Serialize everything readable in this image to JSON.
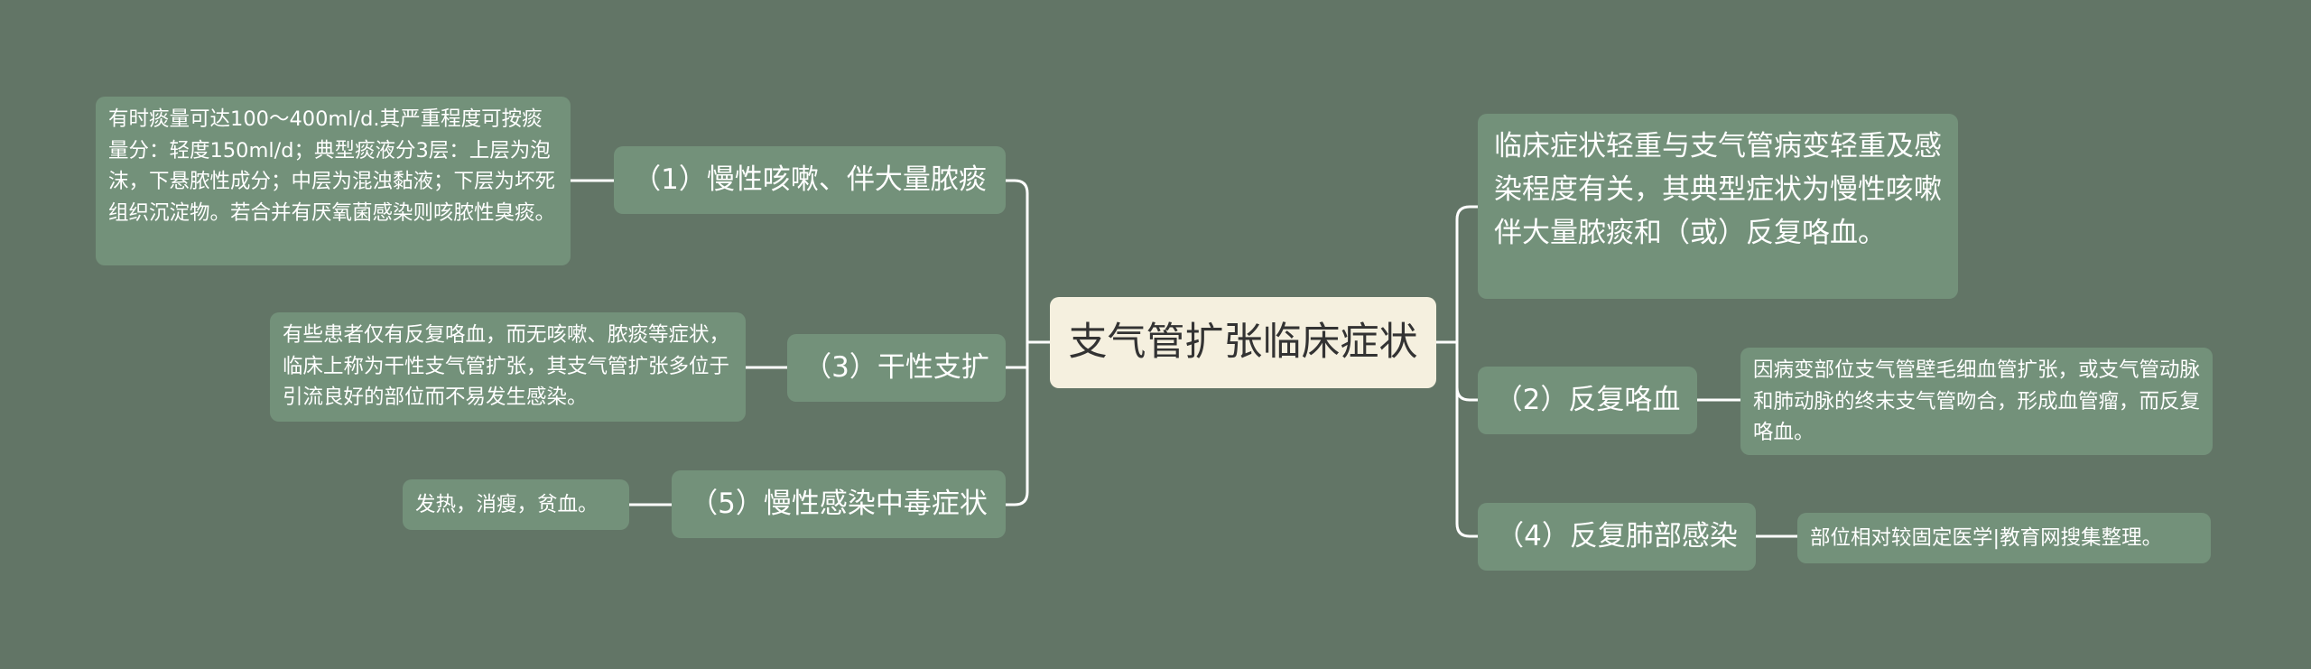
{
  "diagram": {
    "center": "支气管扩张临床症状",
    "left_branches": [
      {
        "label": "（1）慢性咳嗽、伴大量脓痰",
        "detail": "有时痰量可达100～400ml/d.其严重程度可按痰量分：轻度150ml/d；典型痰液分3层：上层为泡沫，下悬脓性成分；中层为混浊黏液；下层为坏死组织沉淀物。若合并有厌氧菌感染则咳脓性臭痰。"
      },
      {
        "label": "（3）干性支扩",
        "detail": "有些患者仅有反复咯血，而无咳嗽、脓痰等症状，临床上称为干性支气管扩张，其支气管扩张多位于引流良好的部位而不易发生感染。"
      },
      {
        "label": "（5）慢性感染中毒症状",
        "detail": "发热，消瘦，贫血。"
      }
    ],
    "right_branches": [
      {
        "label": "临床症状轻重与支气管病变轻重及感染程度有关，其典型症状为慢性咳嗽伴大量脓痰和（或）反复咯血。"
      },
      {
        "label": "（2）反复咯血",
        "detail": "因病变部位支气管壁毛细血管扩张，或支气管动脉和肺动脉的终末支气管吻合，形成血管瘤，而反复咯血。"
      },
      {
        "label": "（4）反复肺部感染",
        "detail": "部位相对较固定医学|教育网搜集整理。"
      }
    ]
  },
  "colors": {
    "background": "#627566",
    "node": "#73917a",
    "center_node": "#f5f0df",
    "connector": "#ffffff"
  }
}
